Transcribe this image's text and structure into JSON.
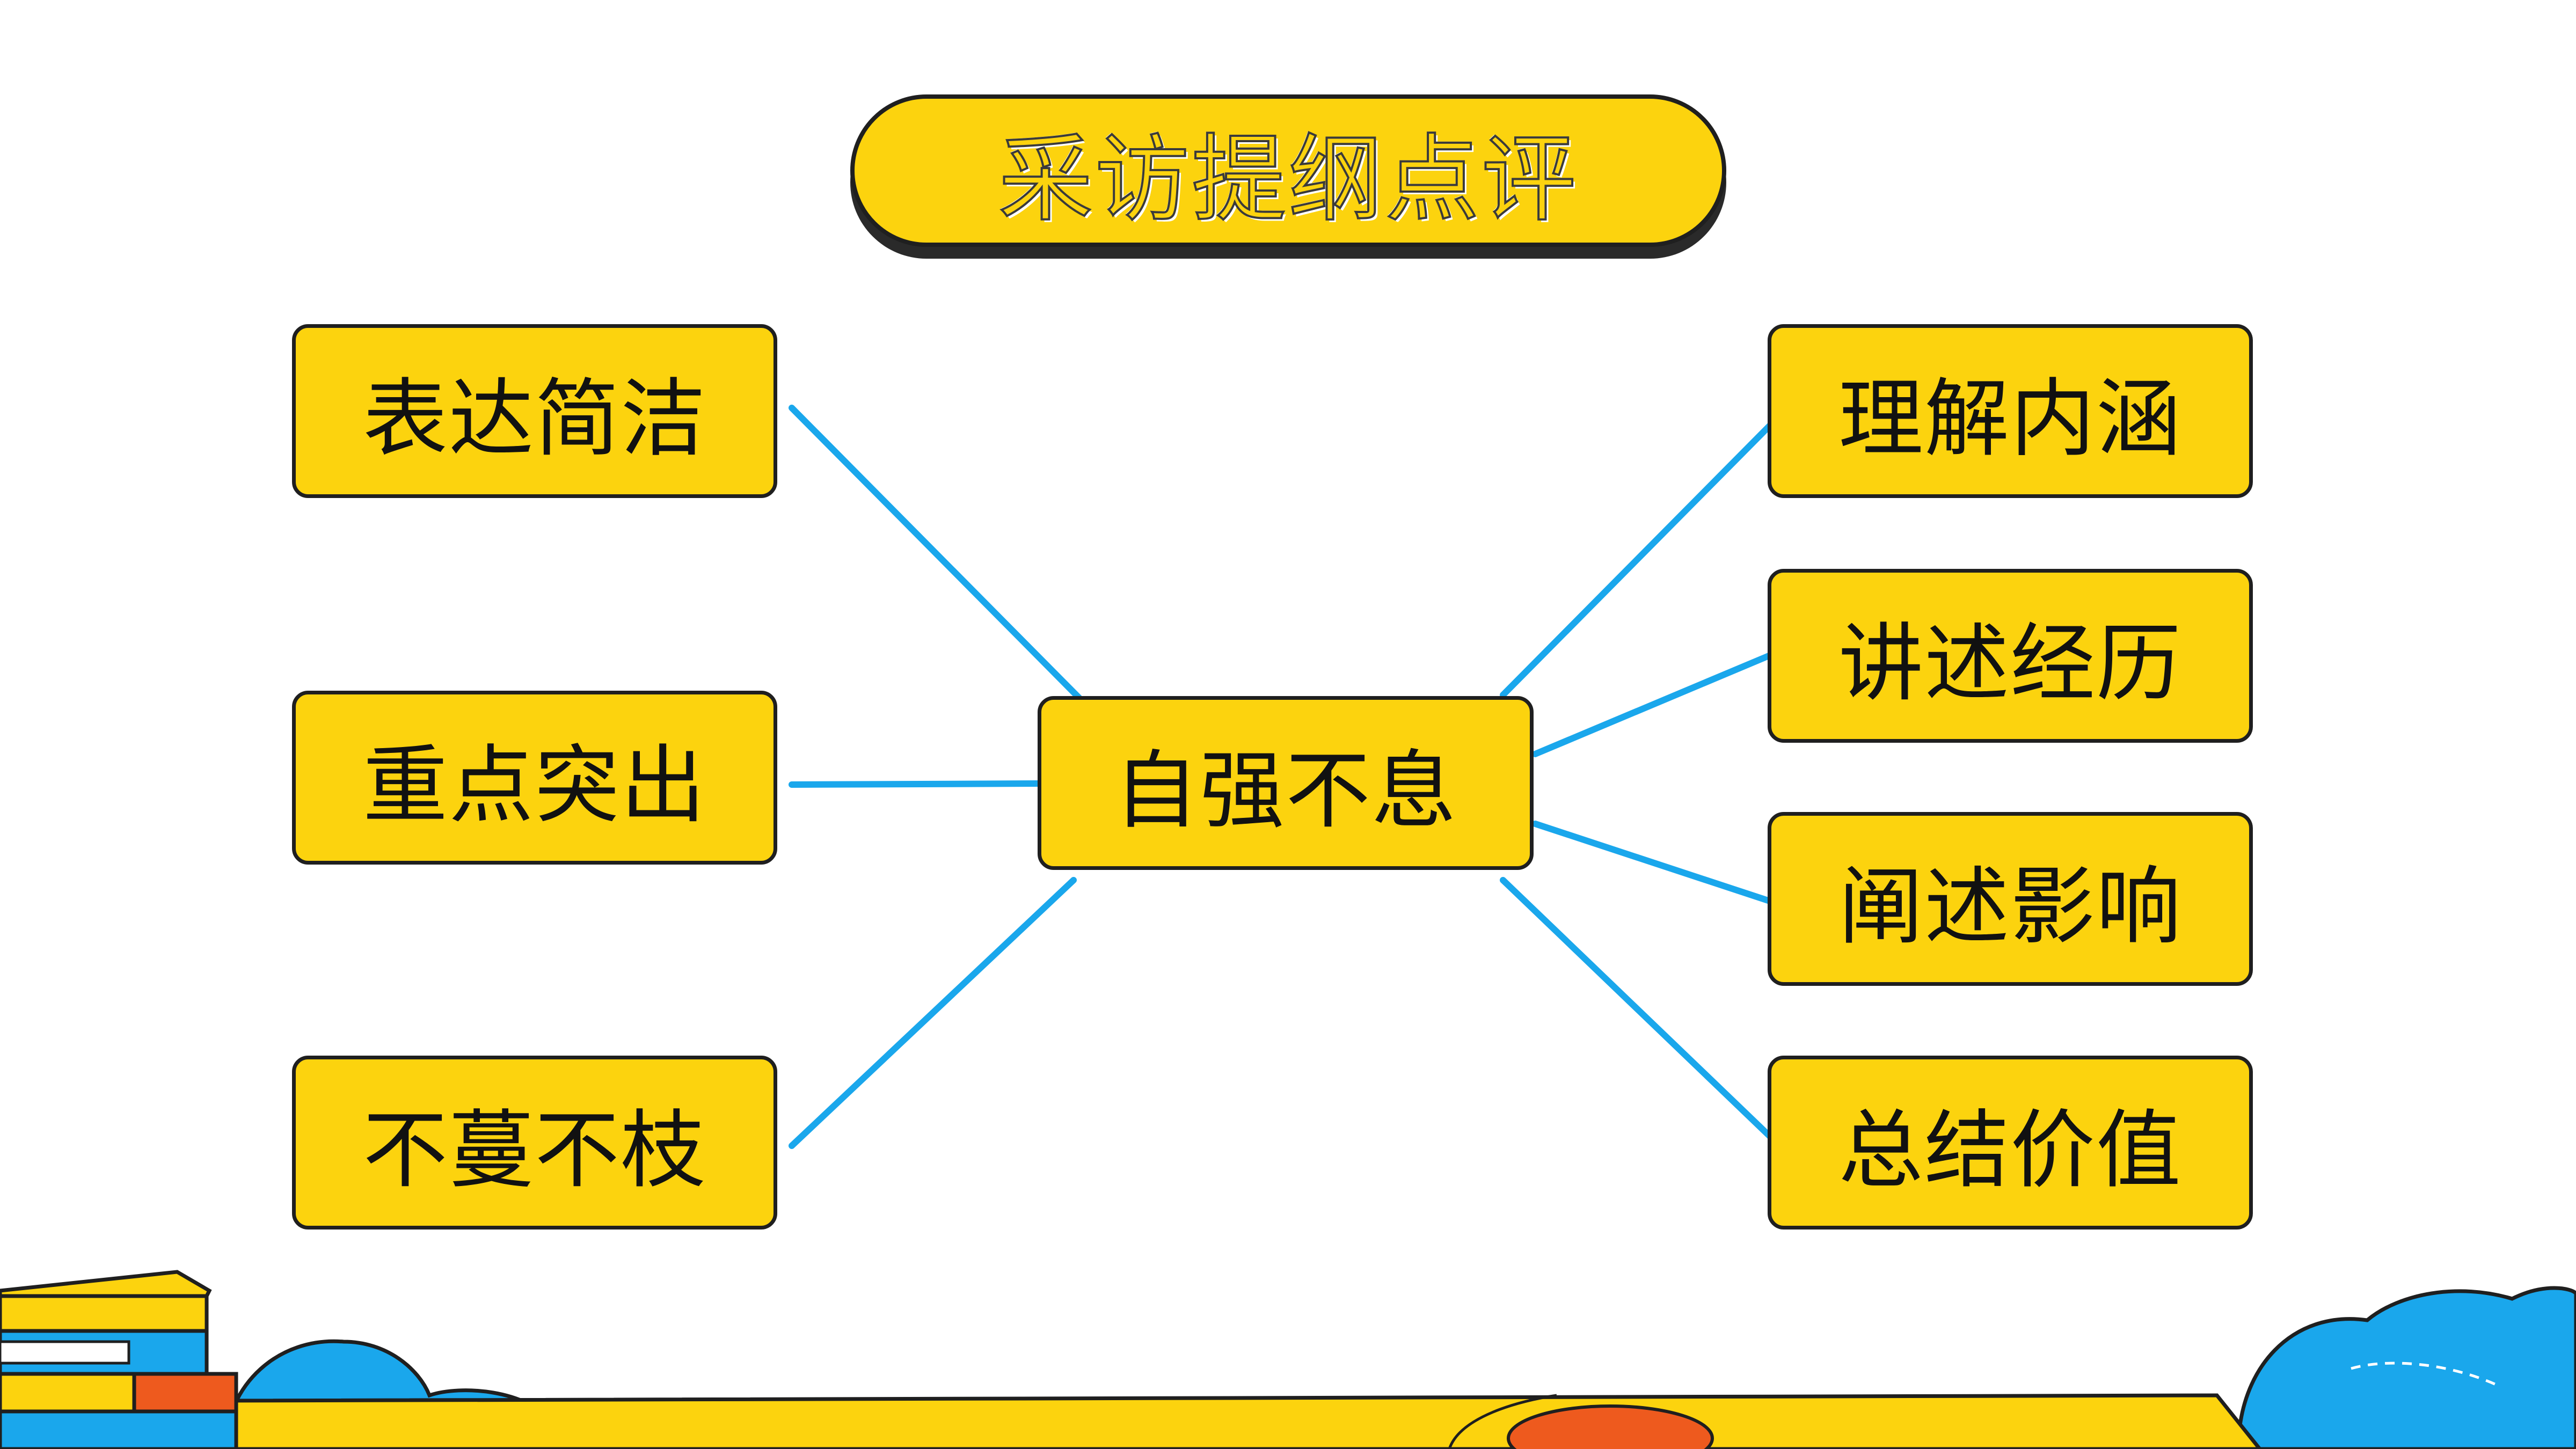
{
  "title": "采访提纲点评",
  "center_node": {
    "label": "自强不息"
  },
  "left_nodes": [
    {
      "label": "表达简洁"
    },
    {
      "label": "重点突出"
    },
    {
      "label": "不蔓不枝"
    }
  ],
  "right_nodes": [
    {
      "label": "理解内涵"
    },
    {
      "label": "讲述经历"
    },
    {
      "label": "阐述影响"
    },
    {
      "label": "总结价值"
    }
  ],
  "colors": {
    "box_fill": "#fcd30e",
    "box_border": "#1f1f1f",
    "connector": "#1aa7ec",
    "cloud": "#1aa7ec",
    "book_orange": "#ee5a1e"
  }
}
